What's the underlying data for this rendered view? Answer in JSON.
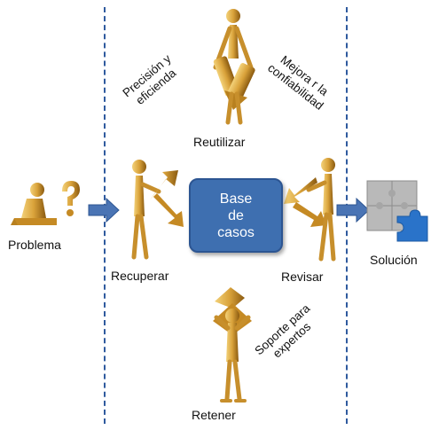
{
  "diagram": {
    "center": {
      "lines": [
        "Base",
        "de",
        "casos"
      ]
    },
    "stages": {
      "reutilizar": "Reutilizar",
      "recuperar": "Recuperar",
      "revisar": "Revisar",
      "retener": "Retener"
    },
    "input": "Problema",
    "output": "Solución",
    "annotations": {
      "top_left": [
        "Precisión y",
        "eficienda"
      ],
      "top_right": [
        "Mejora r la",
        "confiabilidad"
      ],
      "bottom_right": [
        "Soporte para",
        "expertos"
      ]
    },
    "colors": {
      "divider": "#2f5a9e",
      "core_fill": "#3e6fb0",
      "arrow_fill": "#4a74b4",
      "figure_gold": "#d9a23a"
    }
  }
}
